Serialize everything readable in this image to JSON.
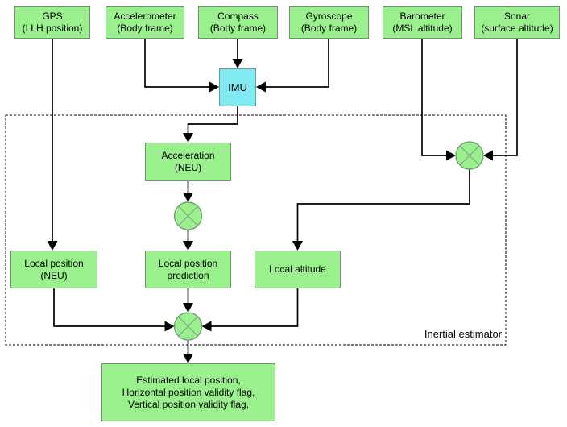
{
  "colors": {
    "background": "#ffffff",
    "node_fill": "#99f08c",
    "node_border": "#6d936d",
    "imu_fill": "#80e9f2",
    "imu_border": "#6d9396",
    "mixer_x": "#84a584",
    "connector": "#000000",
    "group_border": "#000000"
  },
  "nodes": {
    "gps": "GPS\n(LLH position)",
    "accelerometer": "Accelerometer\n(Body frame)",
    "compass": "Compass\n(Body frame)",
    "gyroscope": "Gyroscope\n(Body frame)",
    "barometer": "Barometer\n(MSL altitude)",
    "sonar": "Sonar\n(surface altitude)",
    "imu": "IMU",
    "acceleration": "Acceleration\n(NEU)",
    "local_position": "Local position\n(NEU)",
    "local_position_prediction": "Local position\nprediction",
    "local_altitude": "Local altitude",
    "output": "Estimated local position,\nHorizontal position validity flag,\nVertical position validity flag,"
  },
  "labels": {
    "estimator_group": "Inertial estimator"
  }
}
